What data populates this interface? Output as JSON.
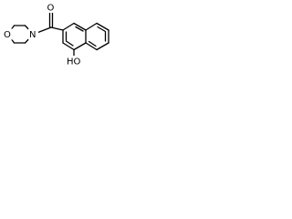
{
  "molecule": {
    "atoms": {
      "ring_oxygen": "O",
      "amide_nitrogen": "N",
      "carbonyl_oxygen": "O",
      "hydroxyl": "HO"
    },
    "colors": {
      "bond": "#000000",
      "label": "#000000",
      "background": "#ffffff"
    }
  }
}
